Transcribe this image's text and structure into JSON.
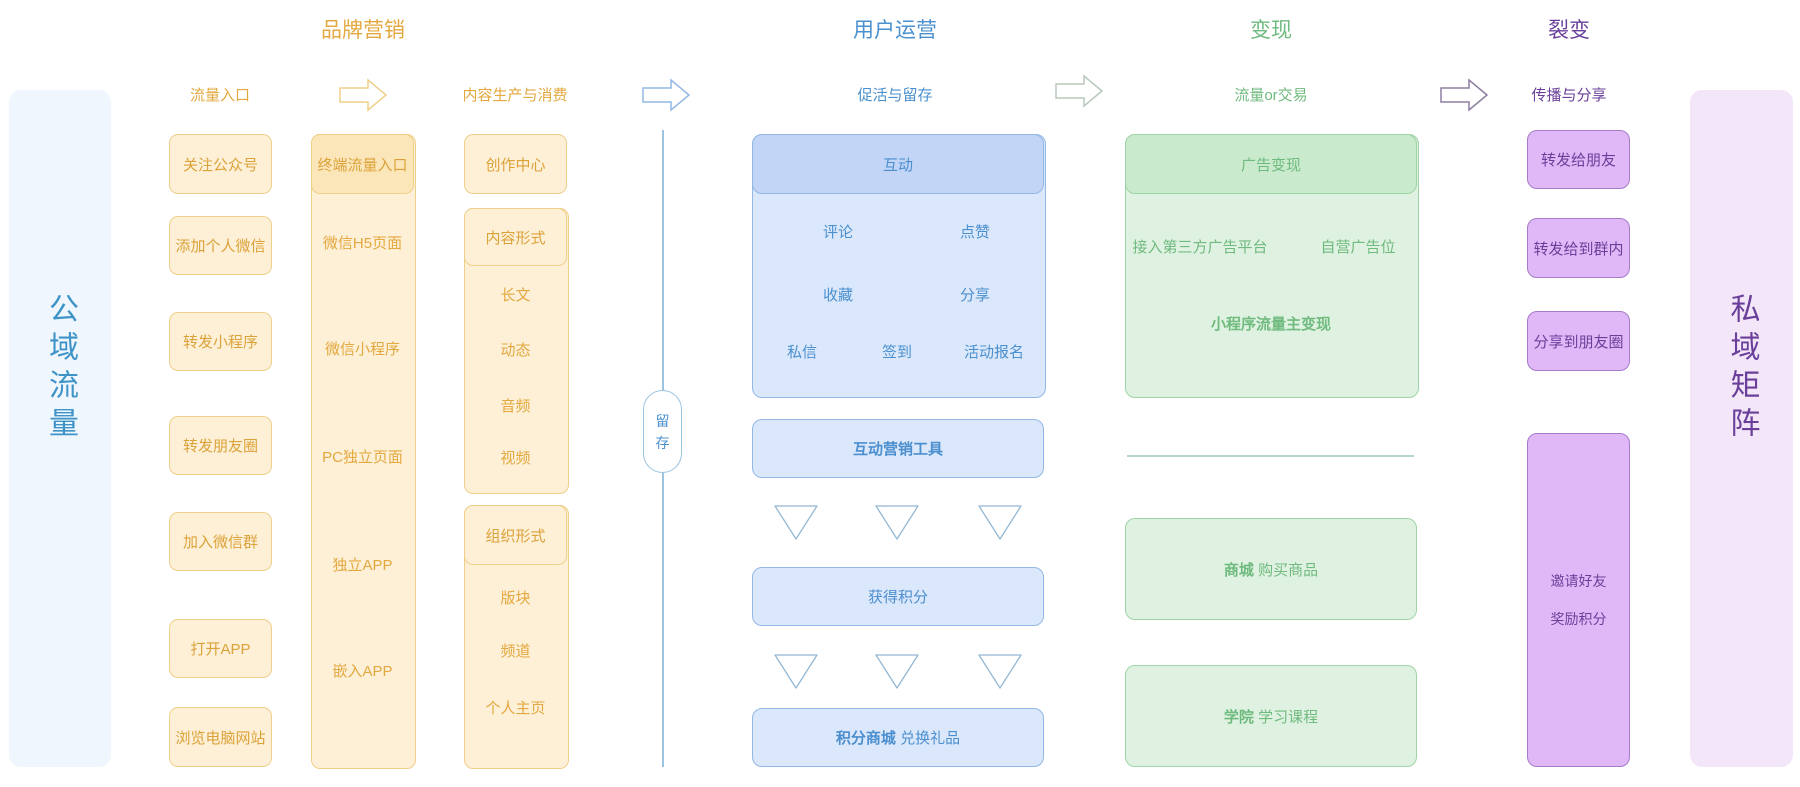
{
  "sides": {
    "left": "公域流量",
    "right": "私域矩阵"
  },
  "titles": {
    "brand": "品牌营销",
    "user_ops": "用户运营",
    "monetize": "变现",
    "fission": "裂变"
  },
  "subtitles": {
    "traffic_entry": "流量入口",
    "content": "内容生产与消费",
    "retention": "促活与留存",
    "traffic_trade": "流量or交易",
    "share": "传播与分享"
  },
  "traffic_entries": [
    "关注公众号",
    "添加个人微信",
    "转发小程序",
    "转发朋友圈",
    "加入微信群",
    "打开APP",
    "浏览电脑网站"
  ],
  "terminal": {
    "header": "终端流量入口",
    "items": [
      "微信H5页面",
      "微信小程序",
      "PC独立页面",
      "独立APP",
      "嵌入APP"
    ]
  },
  "content": {
    "creation": "创作中心",
    "forms": {
      "header": "内容形式",
      "items": [
        "长文",
        "动态",
        "音频",
        "视频"
      ]
    },
    "org": {
      "header": "组织形式",
      "items": [
        "版块",
        "频道",
        "个人主页"
      ]
    }
  },
  "retention_pill": {
    "line1": "留",
    "line2": "存"
  },
  "interaction": {
    "header": "互动",
    "items": [
      "评论",
      "点赞",
      "收藏",
      "分享",
      "私信",
      "签到",
      "活动报名"
    ]
  },
  "marketing_tool": "互动营销工具",
  "get_points": "获得积分",
  "points_mall": {
    "bold": "积分商城",
    "text": "兑换礼品"
  },
  "ads": {
    "header": "广告变现",
    "items": [
      "接入第三方广告平台",
      "自营广告位"
    ],
    "main": "小程序流量主变现"
  },
  "mall": {
    "bold": "商城",
    "text": "购买商品"
  },
  "academy": {
    "bold": "学院",
    "text": "学习课程"
  },
  "fission_items": [
    "转发给朋友",
    "转发给到群内",
    "分享到朋友圈"
  ],
  "invite": {
    "line1": "邀请好友",
    "line2": "奖励积分"
  }
}
